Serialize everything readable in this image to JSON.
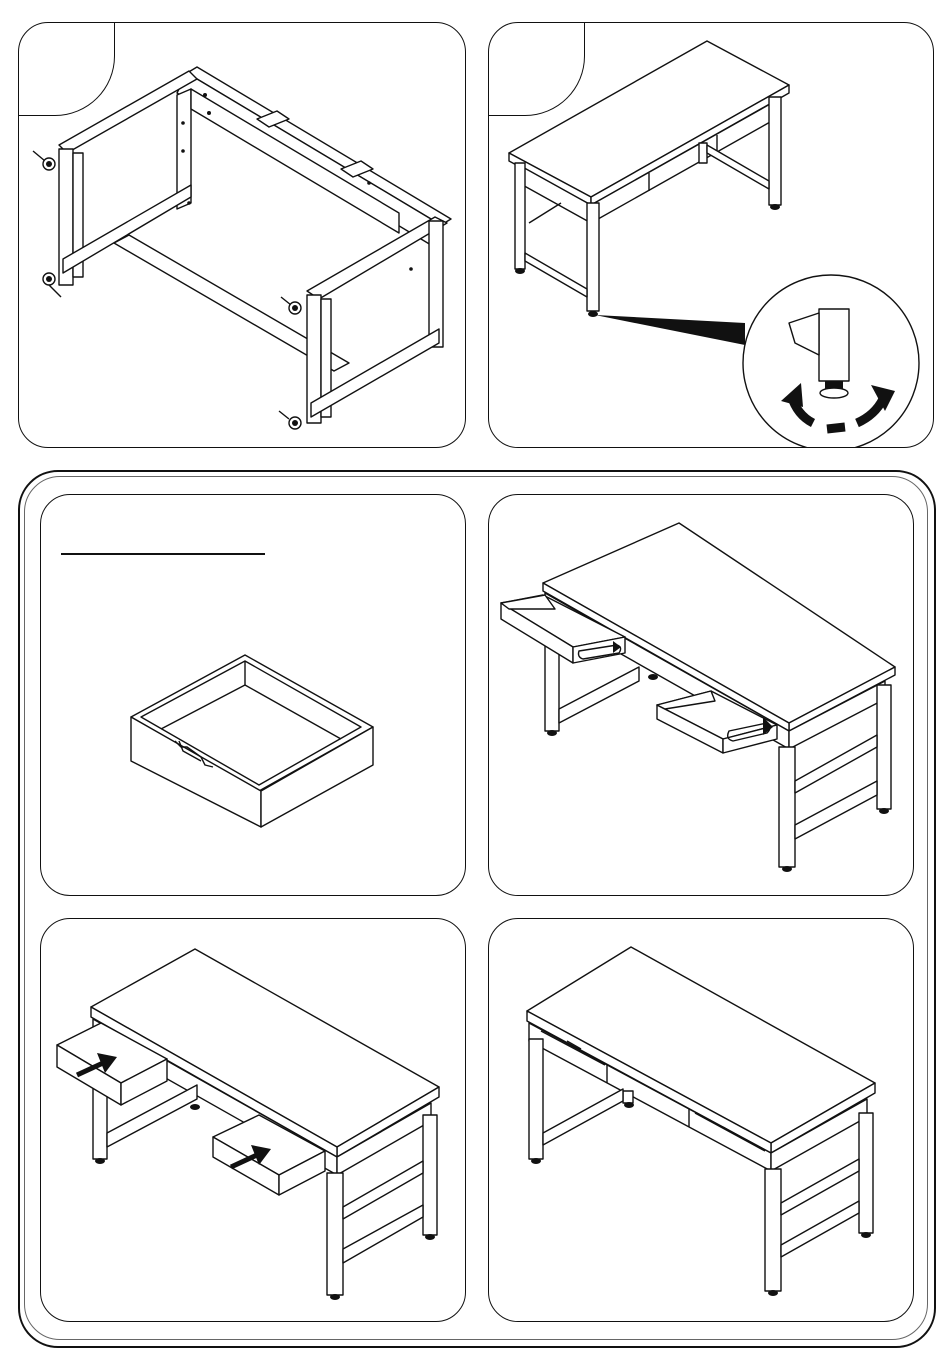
{
  "document": {
    "type": "assembly-instructions",
    "panels": [
      {
        "id": "panel-attach-glides",
        "step_badge": "",
        "note": ""
      },
      {
        "id": "panel-adjust-glides",
        "step_badge": "",
        "note": ""
      },
      {
        "id": "panel-drawer",
        "heading": "",
        "note": ""
      },
      {
        "id": "panel-drawers-removed",
        "note": ""
      },
      {
        "id": "panel-insert-drawers",
        "note": ""
      },
      {
        "id": "panel-finished-desk",
        "note": ""
      }
    ]
  },
  "icons": [
    "leveling-glide-icon",
    "rotate-arrows-icon",
    "push-arrow-icon",
    "pull-arrow-icon",
    "magnifier-callout-icon"
  ]
}
